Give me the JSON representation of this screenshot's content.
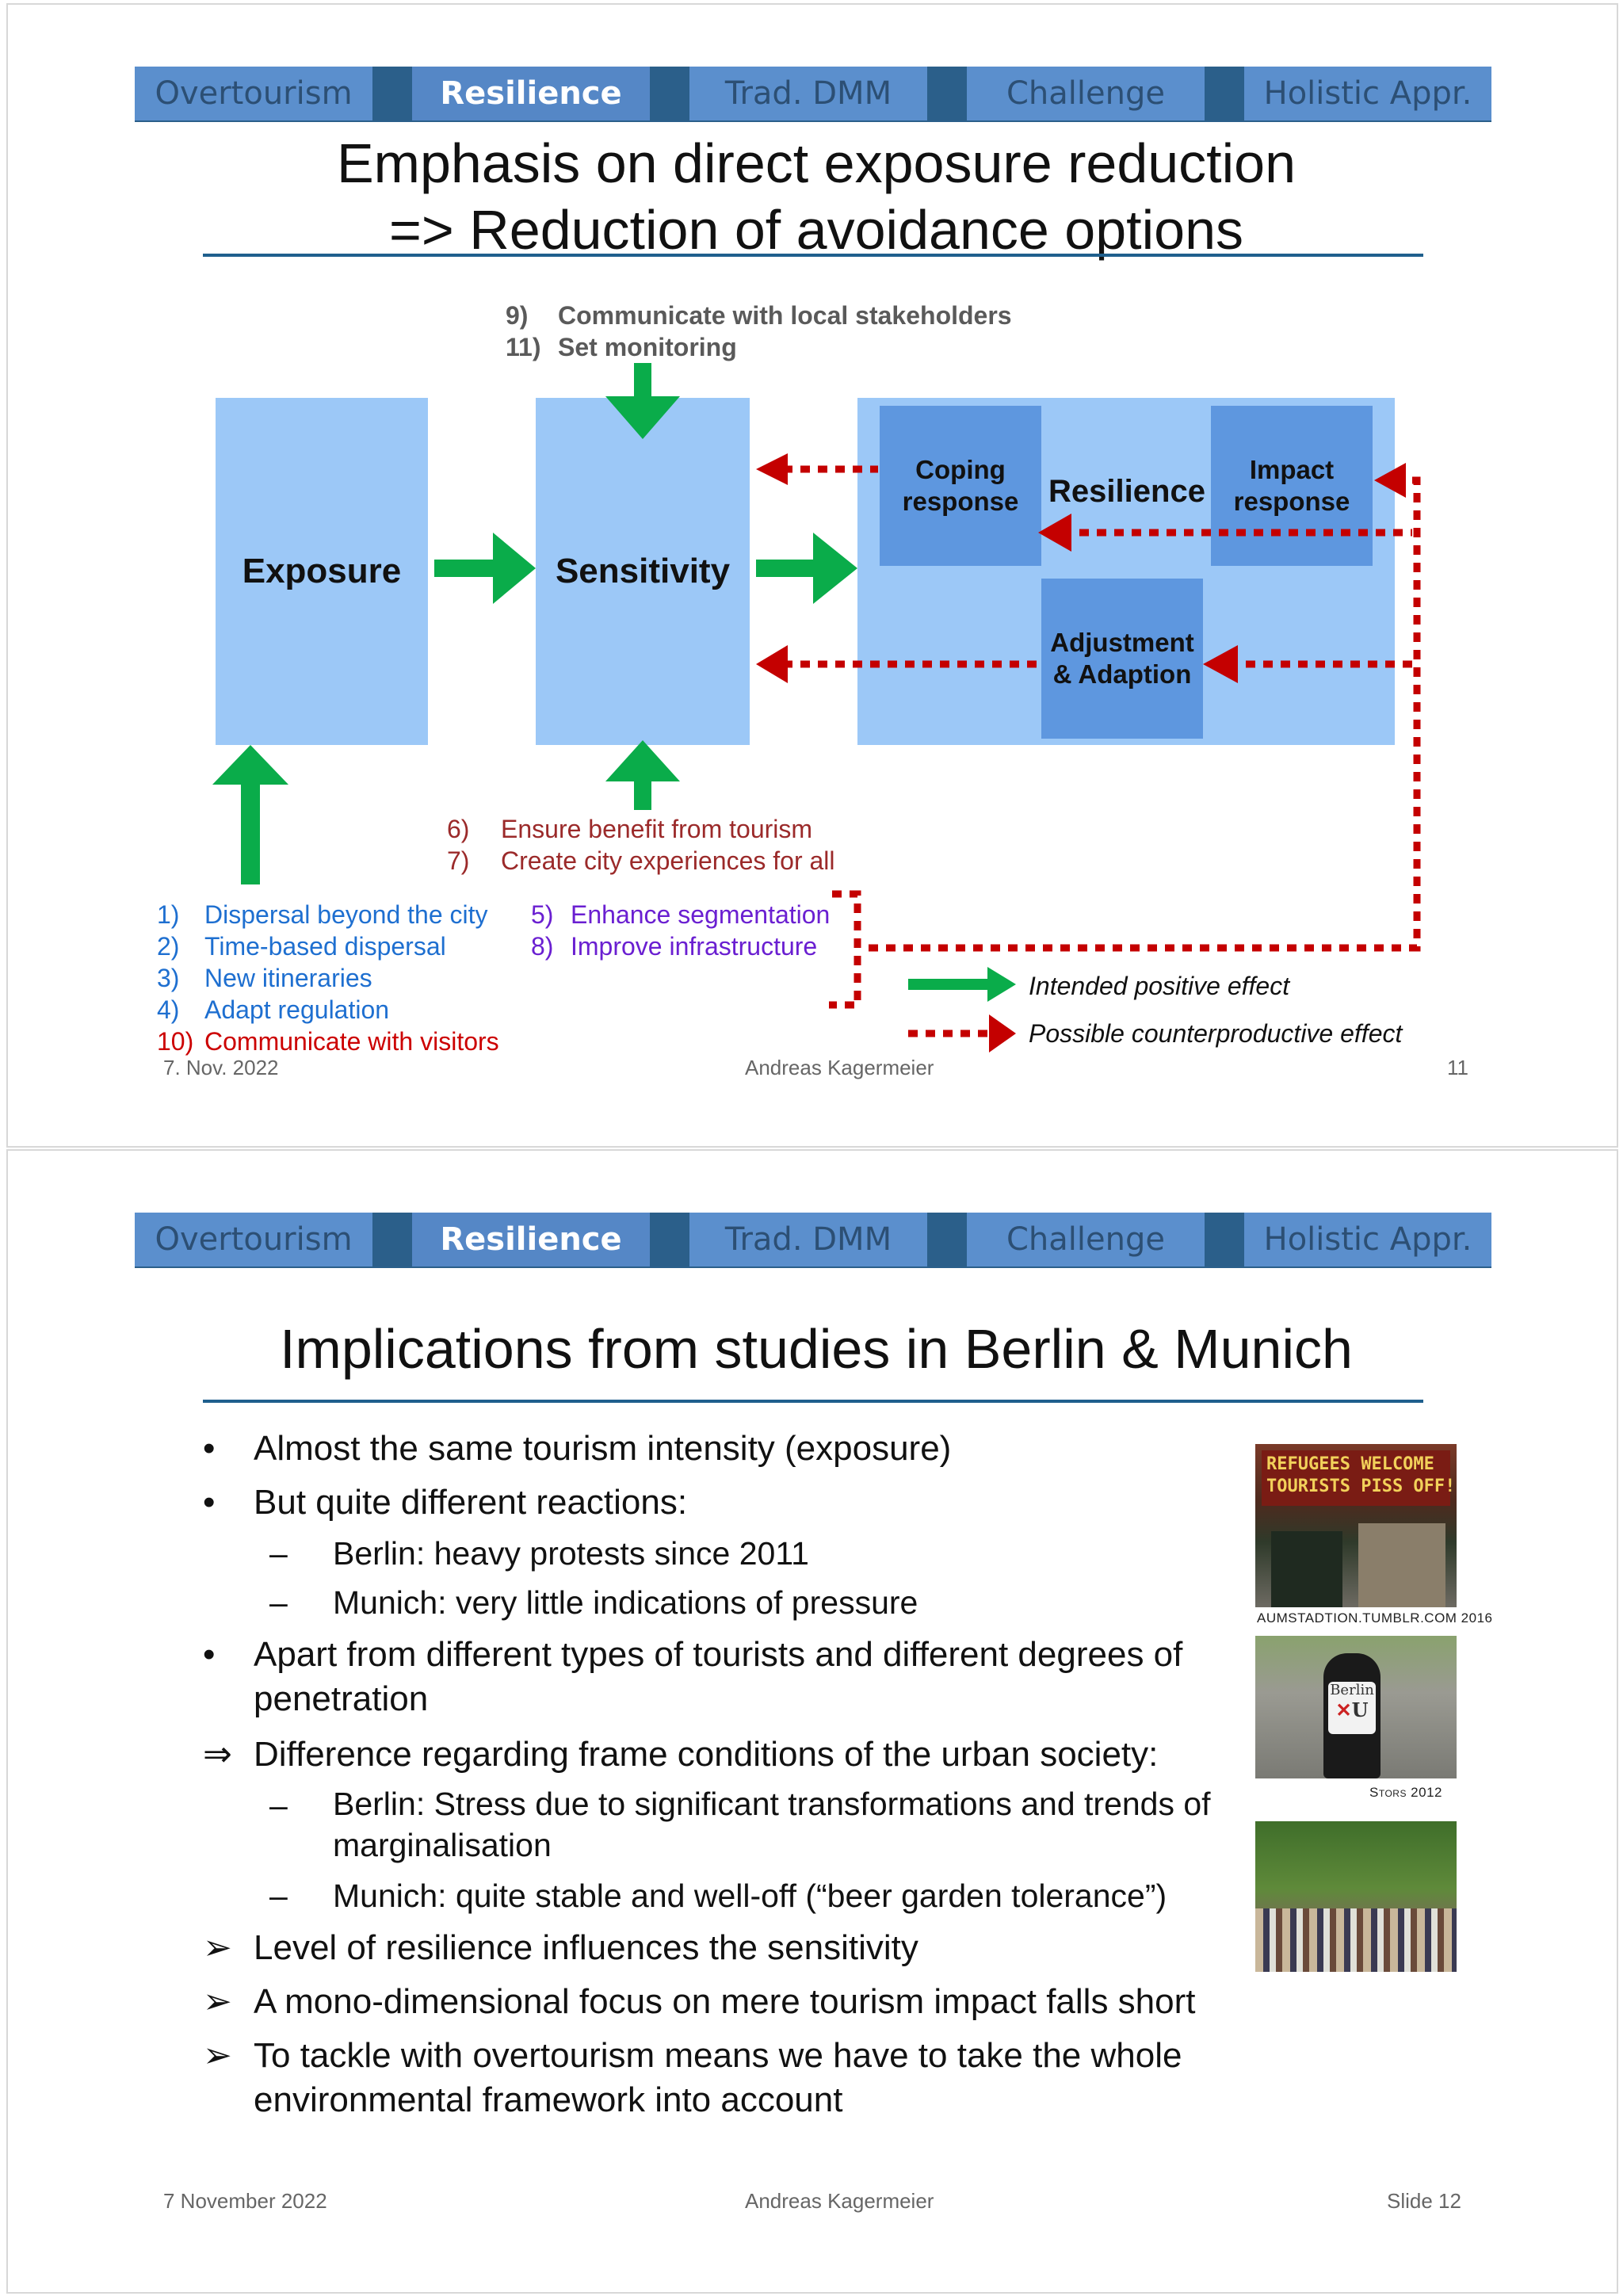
{
  "nav": {
    "tabs": [
      "Overtourism",
      "Resilience",
      "Trad. DMM",
      "Challenge",
      "Holistic Appr."
    ],
    "active": "Resilience"
  },
  "slide1": {
    "title_line1": "Emphasis on direct exposure reduction",
    "title_line2": "=> Reduction of avoidance options",
    "top_items": [
      {
        "num": "9)",
        "text": "Communicate with local stakeholders"
      },
      {
        "num": "11)",
        "text": "Set monitoring"
      }
    ],
    "boxes": {
      "exposure": "Exposure",
      "sensitivity": "Sensitivity",
      "resilience": "Resilience",
      "coping": "Coping response",
      "impact": "Impact response",
      "adjustment": "Adjustment & Adaption"
    },
    "mid_items": [
      {
        "num": "6)",
        "text": "Ensure benefit from tourism"
      },
      {
        "num": "7)",
        "text": "Create city experiences for all"
      }
    ],
    "left_items": [
      {
        "num": "1)",
        "text": "Dispersal beyond the city"
      },
      {
        "num": "2)",
        "text": "Time-based dispersal"
      },
      {
        "num": "3)",
        "text": "New itineraries"
      },
      {
        "num": "4)",
        "text": "Adapt regulation"
      }
    ],
    "left_item_red": {
      "num": "10)",
      "text": "Communicate with visitors"
    },
    "purple_items": [
      {
        "num": "5)",
        "text": "Enhance segmentation"
      },
      {
        "num": "8)",
        "text": "Improve infrastructure"
      }
    ],
    "legend": {
      "positive": "Intended positive effect",
      "counter": "Possible counterproductive effect"
    },
    "colors": {
      "green": "#0aac4a",
      "red": "#c40000",
      "box": "#9cc8f7",
      "subbox": "#5e97df"
    },
    "footer": {
      "date": "7. Nov. 2022",
      "author": "Andreas Kagermeier",
      "page": "11"
    }
  },
  "slide2": {
    "title": "Implications from studies in Berlin & Munich",
    "bullets": [
      {
        "mark": "•",
        "text": "Almost the same tourism intensity (exposure)",
        "level": 1
      },
      {
        "mark": "•",
        "text": "But quite different reactions:",
        "level": 1
      },
      {
        "mark": "–",
        "text": "Berlin: heavy protests since 2011",
        "level": 2
      },
      {
        "mark": "–",
        "text": "Munich: very little indications of pressure",
        "level": 2
      },
      {
        "mark": "•",
        "text": "Apart from different types of tourists and different degrees of penetration",
        "level": 1
      },
      {
        "mark": "⇒",
        "text": "Difference regarding frame conditions of the urban society:",
        "level": 1
      },
      {
        "mark": "–",
        "text": "Berlin: Stress due to significant transformations and trends of marginalisation",
        "level": 2
      },
      {
        "mark": "–",
        "text": "Munich: quite stable and well-off (“beer garden tolerance”)",
        "level": 2
      },
      {
        "mark": "➢",
        "text": "Level of resilience influences the sensitivity",
        "level": 1
      },
      {
        "mark": "➢",
        "text": "A mono-dimensional focus on mere tourism impact falls short",
        "level": 1
      },
      {
        "mark": "➢",
        "text": "To tackle with overtourism means we have to take the whole environmental framework into account",
        "level": 1
      }
    ],
    "photos": {
      "photo1_banner_line1": "REFUGEES WELCOME",
      "photo1_banner_line2": "TOURISTS PISS OFF!",
      "caption1": "AUMSTADTION.TUMBLR.COM 2016",
      "photo2_sticker_line1": "Berlin",
      "photo2_sticker_line2": "U",
      "caption2": "Stors 2012"
    },
    "footer": {
      "date": "7 November 2022",
      "author": "Andreas Kagermeier",
      "page": "Slide 12"
    }
  }
}
